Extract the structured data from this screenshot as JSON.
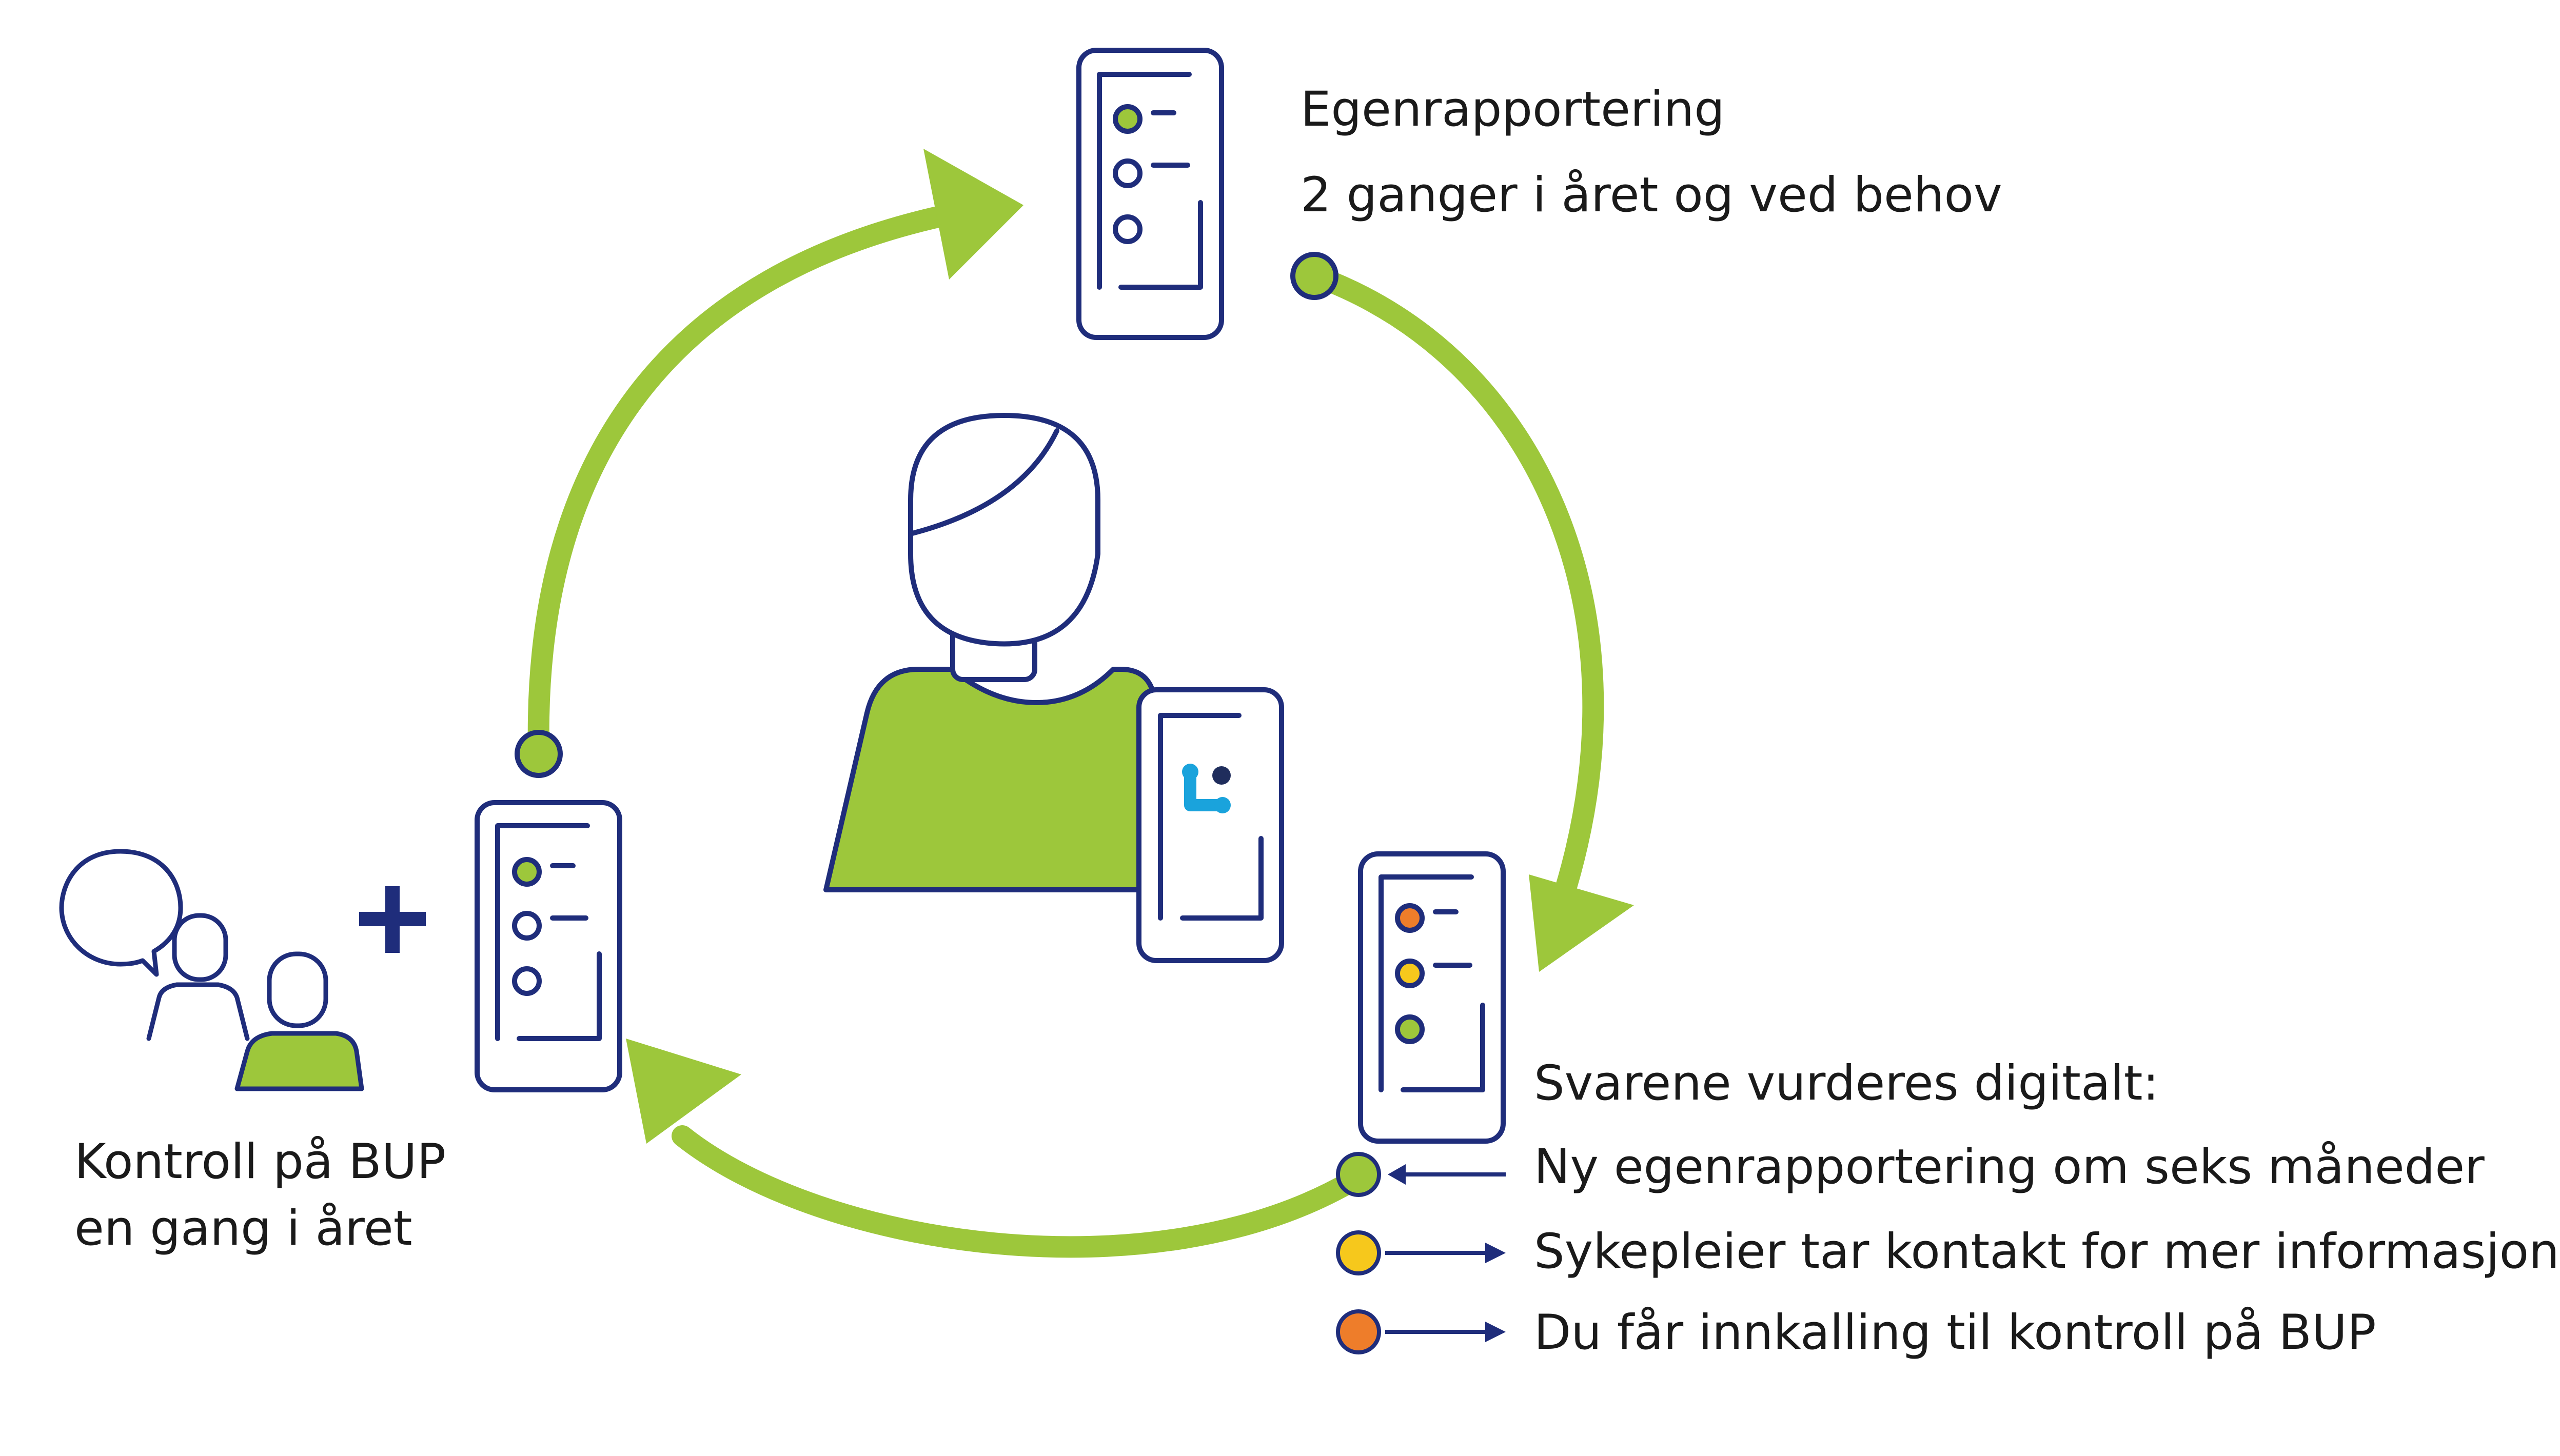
{
  "labels": {
    "top_title": "Egenrapportering",
    "top_subtitle": "2 ganger i året og ved behov",
    "left_line1": "Kontroll på BUP",
    "left_line2": "en gang i året",
    "right_heading": "Svarene vurderes digitalt:",
    "right_item_green": "Ny egenrapportering om seks måneder",
    "right_item_yellow": "Sykepleier tar kontakt for mer informasjon",
    "right_item_orange": "Du får innkalling til kontroll på BUP"
  },
  "colors": {
    "navy": "#1f2d7b",
    "green": "#9dc73b",
    "yellow": "#f6c81c",
    "orange": "#ee7d2a",
    "app_blue": "#1aa3dc",
    "app_dark": "#1f2d5c",
    "text": "#1a1a1a"
  },
  "icons": {
    "top_phone": "checklist-phone-icon",
    "right_phone": "traffic-light-checklist-phone-icon",
    "left_phone": "checklist-phone-icon",
    "center_person": "person-icon",
    "center_phone": "app-phone-icon",
    "consultation": "two-people-speech-bubble-icon",
    "plus": "plus-icon"
  }
}
